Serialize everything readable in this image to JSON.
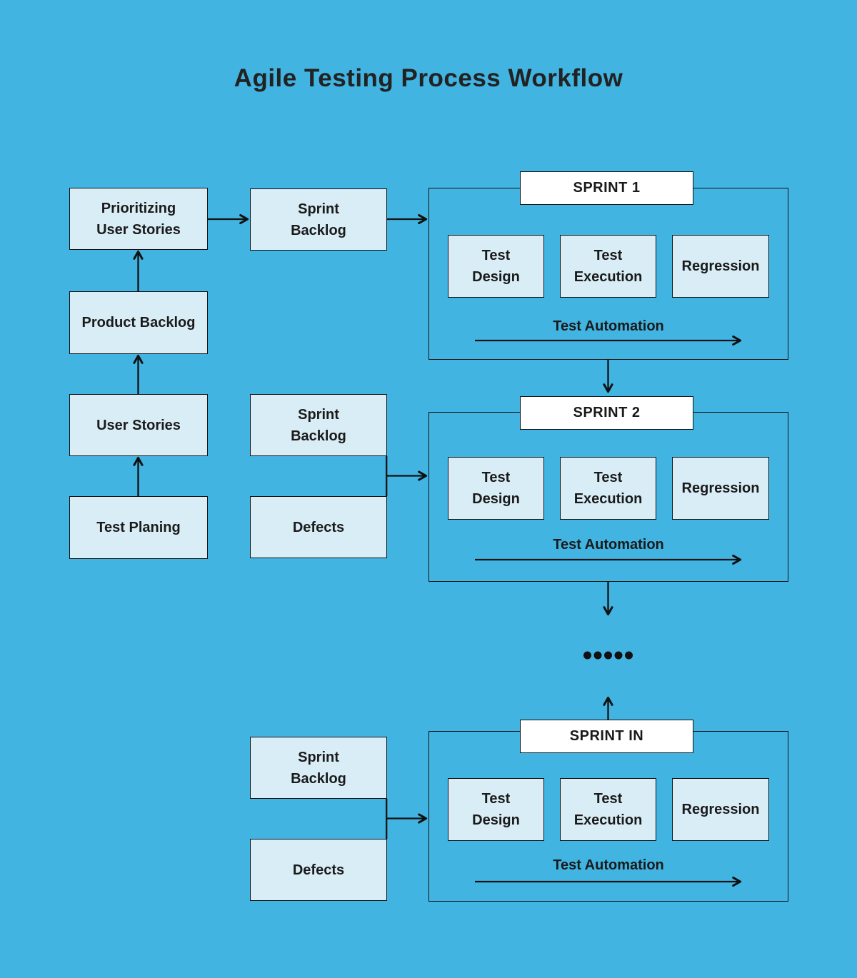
{
  "title": "Agile Testing Process Workflow",
  "left_column": [
    "Prioritizing\nUser Stories",
    "Product Backlog",
    "User Stories",
    "Test Planing"
  ],
  "middle_column": {
    "sprint_backlog_1": "Sprint\nBacklog",
    "sprint_backlog_2": "Sprint\nBacklog",
    "defects_2": "Defects",
    "sprint_backlog_3": "Sprint\nBacklog",
    "defects_3": "Defects"
  },
  "sprints": [
    {
      "label": "SPRINT 1",
      "boxes": [
        "Test\nDesign",
        "Test\nExecution",
        "Regression"
      ],
      "automation_label": "Test Automation"
    },
    {
      "label": "SPRINT 2",
      "boxes": [
        "Test\nDesign",
        "Test\nExecution",
        "Regression"
      ],
      "automation_label": "Test Automation"
    },
    {
      "label": "SPRINT IN",
      "boxes": [
        "Test\nDesign",
        "Test\nExecution",
        "Regression"
      ],
      "automation_label": "Test Automation"
    }
  ],
  "colors": {
    "background": "#41b4e2",
    "node_fill": "#d9edf6",
    "label_fill": "#ffffff",
    "line": "#111111",
    "text": "#1a1a1a"
  }
}
